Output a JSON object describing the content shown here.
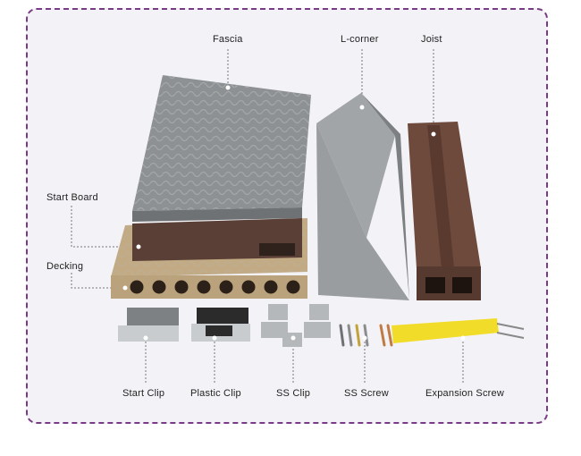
{
  "labels": {
    "fascia": "Fascia",
    "l_corner": "L-corner",
    "joist": "Joist",
    "start_board": "Start Board",
    "decking": "Decking",
    "start_clip": "Start Clip",
    "plastic_clip": "Plastic Clip",
    "ss_clip": "SS Clip",
    "ss_screw": "SS Screw",
    "expansion_screw": "Expansion Screw"
  },
  "colors": {
    "frame_border": "#7a3b86",
    "frame_bg": "#f3f2f6",
    "fascia_grey": "#8e9193",
    "start_board_brown": "#5a3f36",
    "decking_tan": "#b9a27c",
    "joist_brown": "#6e4a3d",
    "expansion_screw_yellow": "#f2dc2a"
  }
}
